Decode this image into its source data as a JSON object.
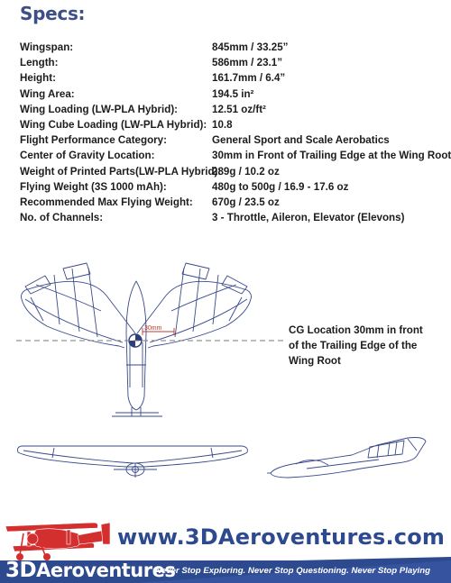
{
  "title": "Specs:",
  "specs": [
    {
      "label": "Wingspan:",
      "value": "845mm / 33.25”"
    },
    {
      "label": "Length:",
      "value": "586mm / 23.1”"
    },
    {
      "label": "Height:",
      "value": "161.7mm / 6.4”"
    },
    {
      "label": "Wing Area:",
      "value": "194.5 in²"
    },
    {
      "label": "Wing Loading (LW-PLA Hybrid):",
      "value": "12.51 oz/ft²"
    },
    {
      "label": "Wing Cube Loading (LW-PLA Hybrid):",
      "value": "10.8"
    },
    {
      "label": "Flight Performance Category:",
      "value": "General Sport and Scale Aerobatics"
    },
    {
      "label": "Center of Gravity Location:",
      "value": "30mm in Front of Trailing Edge at the Wing Root"
    },
    {
      "label": "Weight of Printed Parts(LW-PLA Hybrid):",
      "value": "289g / 10.2 oz"
    },
    {
      "label": "Flying Weight (3S 1000 mAh):",
      "value": "480g to 500g / 16.9 - 17.6 oz"
    },
    {
      "label": "Recommended Max Flying Weight:",
      "value": "670g / 23.5 oz"
    },
    {
      "label": "No. of Channels:",
      "value": "3 - Throttle, Aileron, Elevator (Elevons)"
    }
  ],
  "drawing": {
    "dimension_label": "30mm",
    "cg_note": [
      "CG Location 30mm in front",
      "of the Trailing Edge of the",
      "Wing Root"
    ]
  },
  "footer": {
    "url": "www.3DAeroventures.com",
    "brand_prefix": "3D",
    "brand_name": "Aeroventures",
    "tagline": "Never Stop Exploring. Never Stop Questioning. Never Stop Playing"
  },
  "colors": {
    "title": "#3c4f86",
    "line_drawing": "#3a4a8a",
    "dimension": "#c0392b",
    "banner": "#2e4a8f",
    "logo_red": "#d32f2f"
  }
}
